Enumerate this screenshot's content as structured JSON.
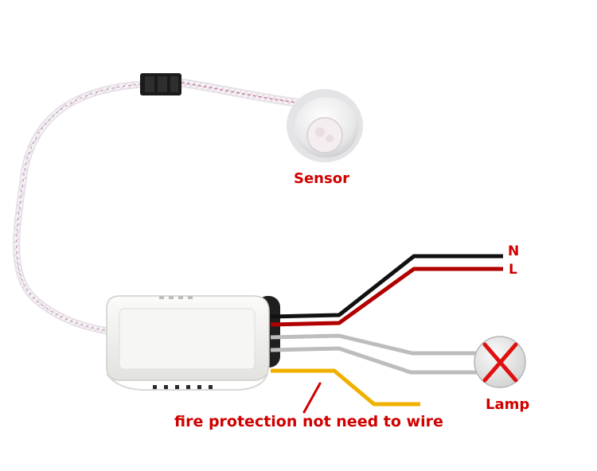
{
  "labels": {
    "sensor": "Sensor",
    "neutral": "N",
    "live": "L",
    "lamp": "Lamp",
    "fire_note": "fire protection not need to wire"
  },
  "colors": {
    "label_red": "#d00000",
    "neutral_wire": "#111111",
    "live_wire": "#b00000",
    "lamp_wire": "#bdbdbd",
    "fire_wire": "#f0b000",
    "lamp_cross": "#e01010",
    "housing": "#f4f4f2"
  },
  "icons": {
    "sensor": "pir-sensor-icon",
    "lamp": "lamp-crossed-icon"
  }
}
